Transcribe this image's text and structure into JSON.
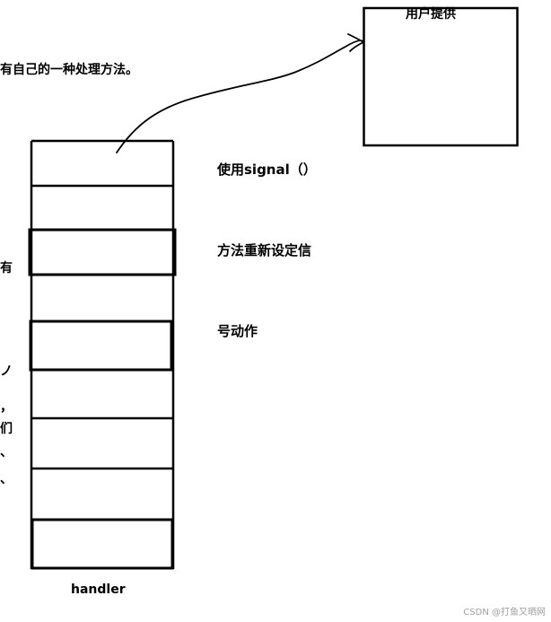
{
  "top_note": "有自己的一种处理方法。",
  "user_box_label": "用户提供",
  "signal_note": [
    "使用signal（）",
    "方法重新设定信",
    "号动作"
  ],
  "handler_label": "handler",
  "edge_marks": [
    "有",
    "ノ",
    "，",
    "们",
    "、",
    "、"
  ],
  "watermark": "CSDN @打鱼又晒网"
}
